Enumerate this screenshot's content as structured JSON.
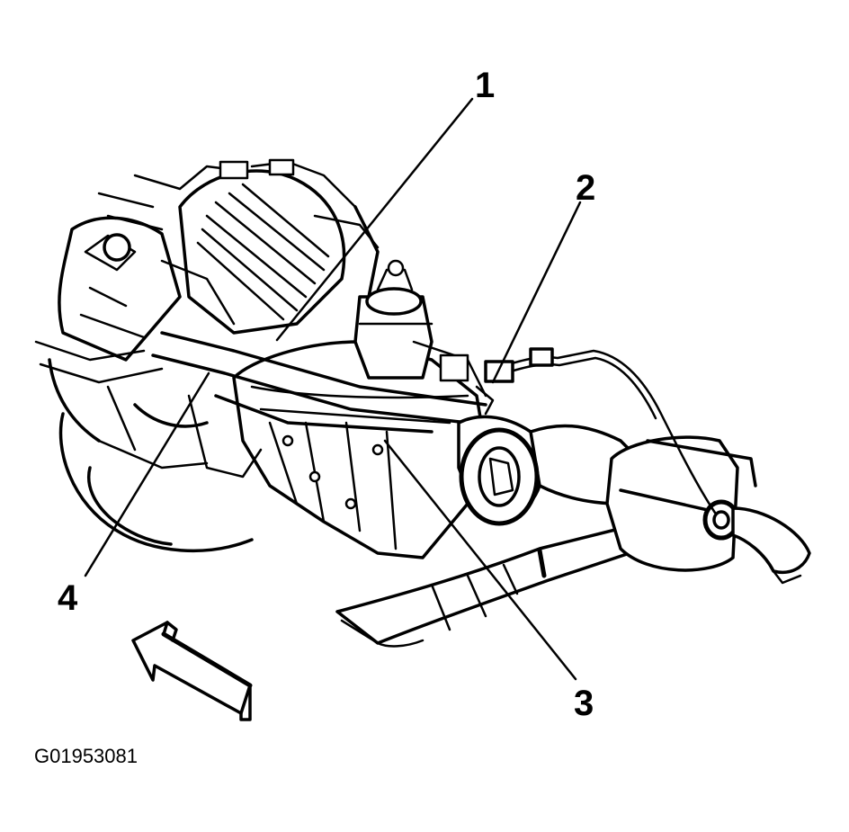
{
  "callouts": [
    {
      "number": "1"
    },
    {
      "number": "2"
    },
    {
      "number": "3"
    },
    {
      "number": "4"
    }
  ],
  "figure_id": "G01953081",
  "icons": {
    "direction_arrow": "front-direction-arrow-icon"
  },
  "colors": {
    "ink": "#000000",
    "paper": "#ffffff"
  }
}
